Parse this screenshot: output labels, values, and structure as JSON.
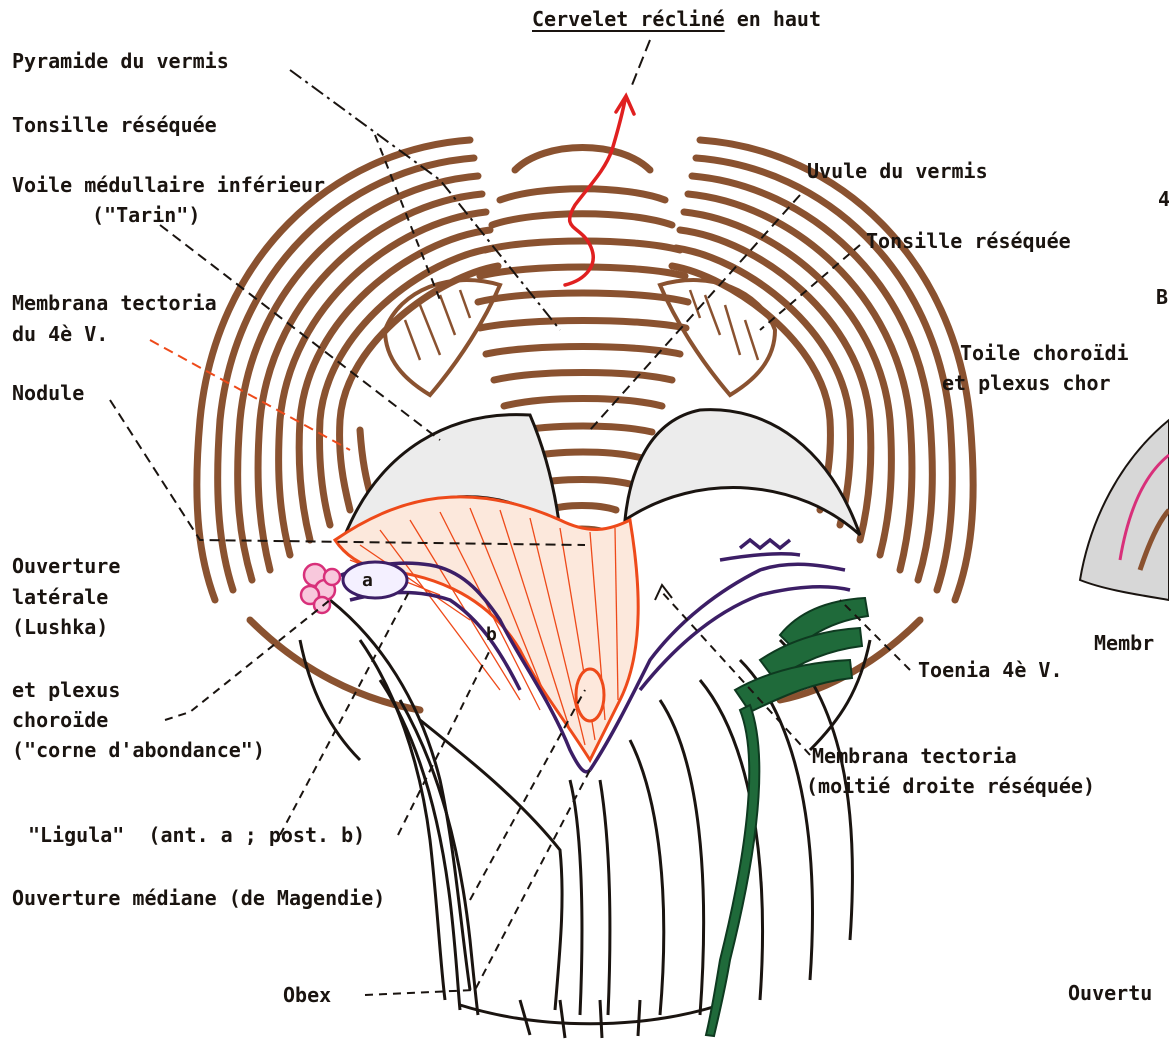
{
  "title": {
    "emph": "Cervelet récliné",
    "rest": " en haut"
  },
  "labels_left": {
    "pyramide": "Pyramide du vermis",
    "tonsille": "Tonsille réséquée",
    "voile_line1": "Voile médullaire inférieur",
    "voile_line2": "(\"Tarin\")",
    "membrana_line1": "Membrana tectoria",
    "membrana_line2": "du 4è V.",
    "nodule": "Nodule",
    "ouverture_line1": "Ouverture",
    "ouverture_line2": "latérale",
    "ouverture_line3": "(Lushka)",
    "plexus_line1": "et plexus",
    "plexus_line2": "choroïde",
    "plexus_line3": "(\"corne d'abondance\")",
    "ligula": "\"Ligula\"  (ant. a ; post. b)",
    "magendie": "Ouverture médiane (de Magendie)",
    "obex": "Obex"
  },
  "labels_right": {
    "uvule": "Uvule du vermis",
    "tonsille_r": "Tonsille réséquée",
    "toenia": "Toenia 4è V.",
    "membrana_r_line1": "Membrana tectoria",
    "membrana_r_line2": "(moitié droite réséquée)"
  },
  "figure_letters": {
    "a": "a",
    "b": "b"
  },
  "cut_edge": {
    "four": "4",
    "b": "B",
    "toile_line1": "Toile choroïdi",
    "toile_line2": "et plexus chor",
    "membr": "Membr",
    "ouvertu": "Ouvertu"
  },
  "colors": {
    "cerebellum": "#8a5230",
    "red": "#e02020",
    "orange": "#ee4a1a",
    "purple": "#3c1e66",
    "green": "#1f6a3a",
    "pink": "#d8307a",
    "ink": "#1a1410"
  }
}
